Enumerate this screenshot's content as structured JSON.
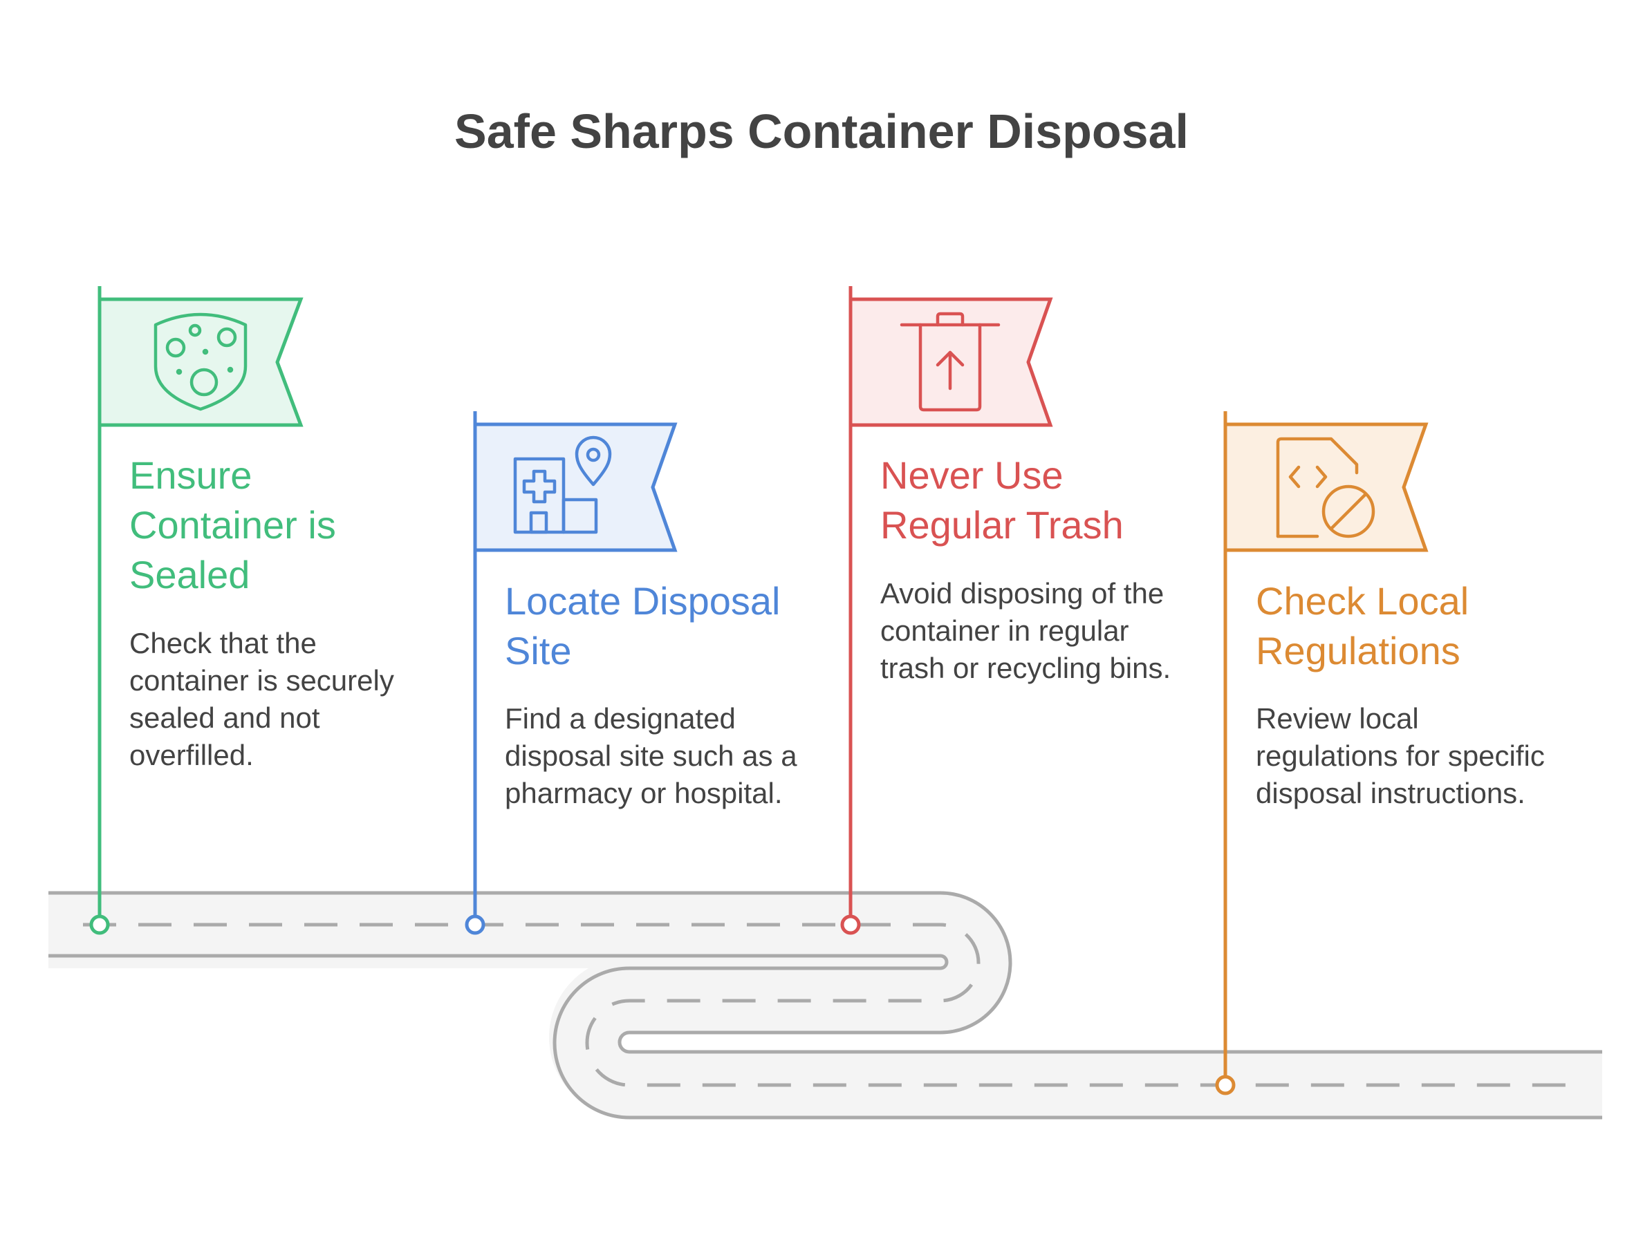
{
  "title": "Safe Sharps Container Disposal",
  "colors": {
    "green": "#41bd7c",
    "blue": "#4f86d8",
    "red": "#d95252",
    "orange": "#dc8a33",
    "road": "#f4f4f4",
    "road_edge": "#aaaaaa",
    "text": "#434343"
  },
  "steps": [
    {
      "heading": "Ensure Container is Sealed",
      "description": "Check that the container is securely sealed and not overfilled.",
      "icon": "shield-bubbles-icon",
      "color": "#41bd7c"
    },
    {
      "heading": "Locate Disposal Site",
      "description": "Find a designated disposal site such as a pharmacy or hospital.",
      "icon": "hospital-location-icon",
      "color": "#4f86d8"
    },
    {
      "heading": "Never Use Regular Trash",
      "description": "Avoid disposing of the container in regular trash or recycling bins.",
      "icon": "trash-upload-icon",
      "color": "#d95252"
    },
    {
      "heading": "Check Local Regulations",
      "description": "Review local regulations for specific disposal instructions.",
      "icon": "code-file-prohibited-icon",
      "color": "#dc8a33"
    }
  ]
}
